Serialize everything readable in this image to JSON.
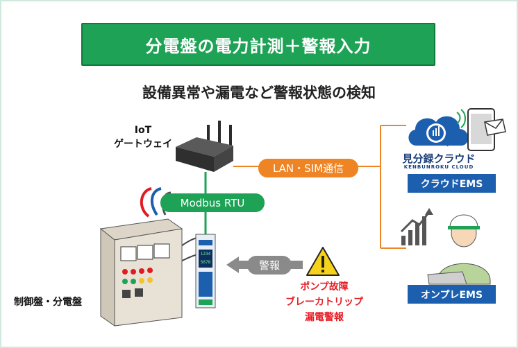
{
  "title": "分電盤の電力計測＋警報入力",
  "subtitle": "設備異常や漏電など警報状態の検知",
  "gateway": {
    "label_line1": "IoT",
    "label_line2": "ゲートウェイ"
  },
  "connections": {
    "modbus": "Modbus RTU",
    "network": "LAN・SIM通信",
    "alarm": "警報"
  },
  "panel": {
    "label": "制御盤・分電盤"
  },
  "meter": {
    "display_top": "1234",
    "display_bottom": "5678"
  },
  "alarms": {
    "line1": "ポンプ故障",
    "line2": "ブレーカトリップ",
    "line3": "漏電警報"
  },
  "cloud": {
    "brand": "見分録クラウド",
    "brand_en": "KENBUNROKU CLOUD",
    "label": "クラウドEMS"
  },
  "onpremise": {
    "label": "オンプレEMS"
  },
  "colors": {
    "banner": "#1ea356",
    "modbus": "#1ea356",
    "network": "#ef8424",
    "alarm_pill": "#8a8a8a",
    "alarm_text": "#e61d24",
    "ems": "#1b5fae",
    "frame": "#cfe9dc"
  }
}
